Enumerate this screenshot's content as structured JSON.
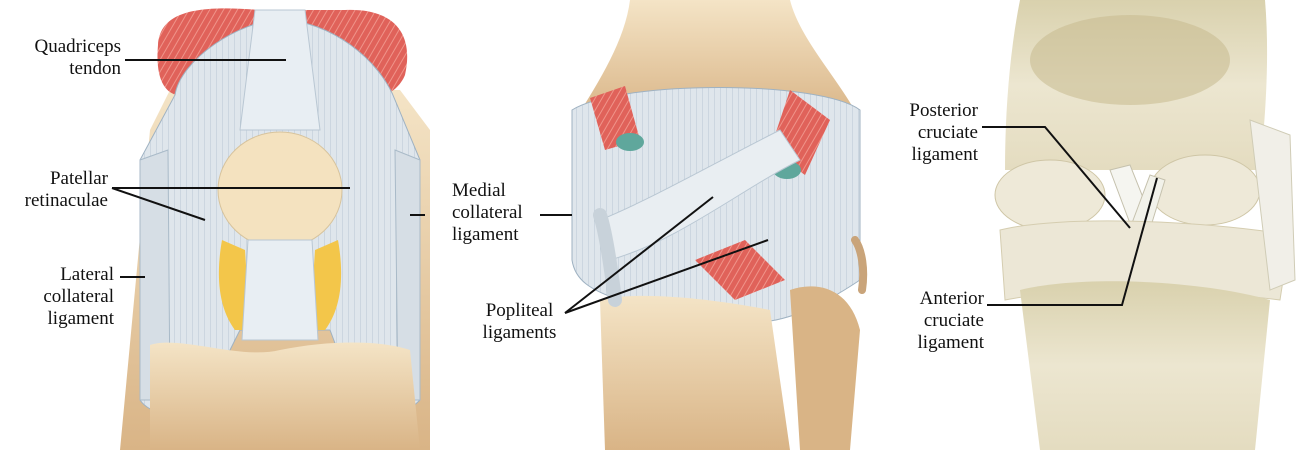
{
  "panels": {
    "anterior_view": {
      "labels": {
        "quadriceps_tendon": [
          "Quadriceps",
          "tendon"
        ],
        "patellar_retinaculae": [
          "Patellar",
          "retinaculae"
        ],
        "lateral_collateral_ligament": [
          "Lateral",
          "collateral",
          "ligament"
        ]
      }
    },
    "posterior_view": {
      "labels": {
        "medial_collateral_ligament": [
          "Medial",
          "collateral",
          "ligament"
        ],
        "popliteal_ligaments": [
          "Popliteal",
          "ligaments"
        ]
      }
    },
    "cadaver_view": {
      "labels": {
        "posterior_cruciate_ligament": [
          "Posterior",
          "cruciate",
          "ligament"
        ],
        "anterior_cruciate_ligament": [
          "Anterior",
          "cruciate",
          "ligament"
        ]
      }
    }
  },
  "colors": {
    "ligament": "#dfe6ec",
    "ligament_stroke": "#9fb2c2",
    "bone": "#efd9b5",
    "bone_dark": "#d9b88f",
    "muscle": "#e0625a",
    "muscle_light": "#f0948a",
    "fat": "#f3c64a",
    "patella": "#f4e2bf",
    "cartilage": "#5fa79c",
    "cadaver_bone": "#e9e2c9",
    "cadaver_ligament": "#f3f3ee",
    "leader_line": "#111111"
  }
}
